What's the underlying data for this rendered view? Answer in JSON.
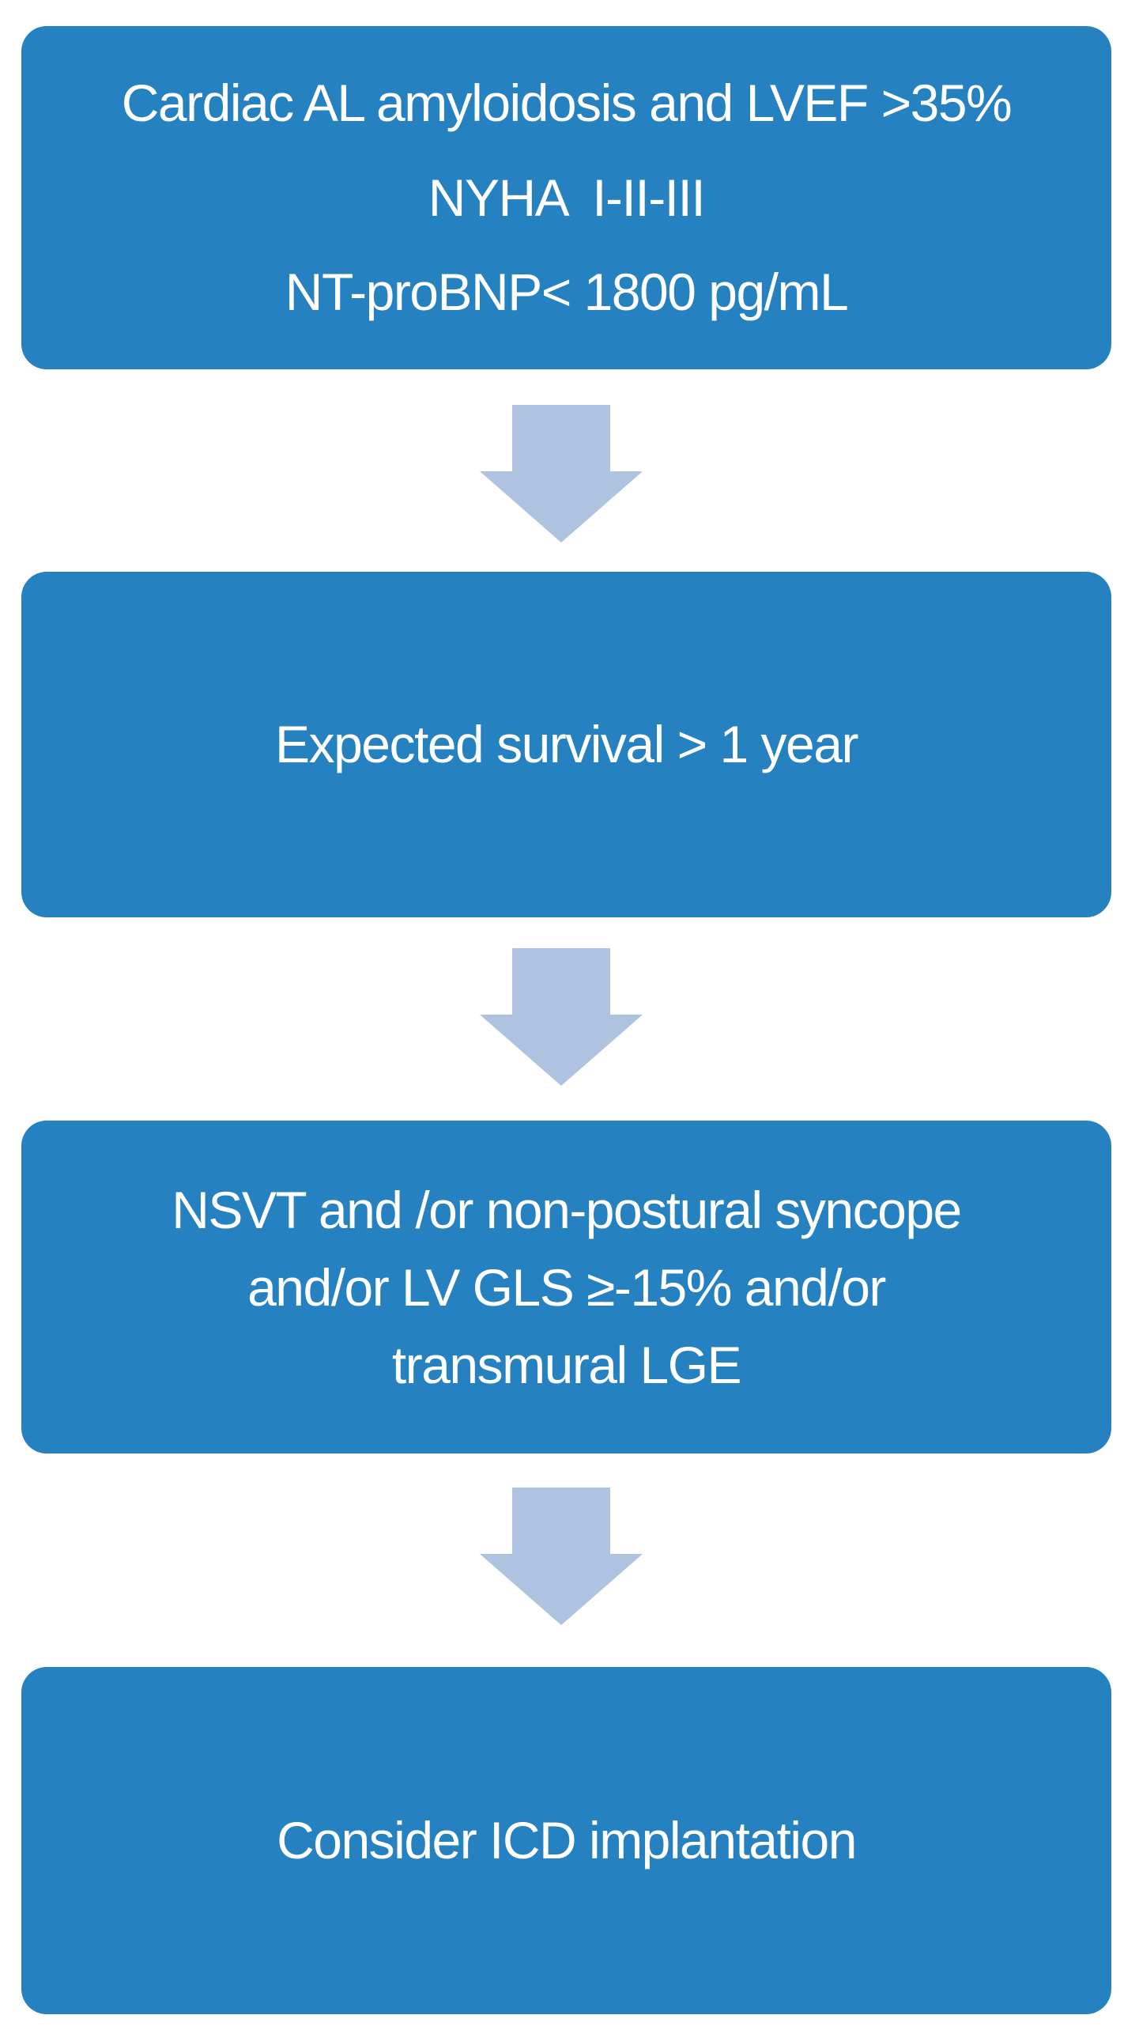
{
  "flowchart": {
    "title_semantic": "ICD implantation decision flowchart",
    "steps": [
      {
        "lines": [
          "Cardiac AL amyloidosis and LVEF >35%",
          "NYHA  I-II-III",
          "NT-proBNP< 1800 pg/mL"
        ]
      },
      {
        "lines": [
          "Expected survival > 1 year"
        ]
      },
      {
        "lines": [
          "NSVT and /or non-postural syncope",
          "and/or LV GLS ≥-15% and/or",
          "transmural LGE"
        ]
      },
      {
        "lines": [
          "Consider ICD implantation"
        ]
      }
    ],
    "colors": {
      "box_fill": "#2681c0",
      "arrow_fill": "#adc3e0",
      "text": "#ffffff",
      "background": "#ffffff"
    }
  }
}
